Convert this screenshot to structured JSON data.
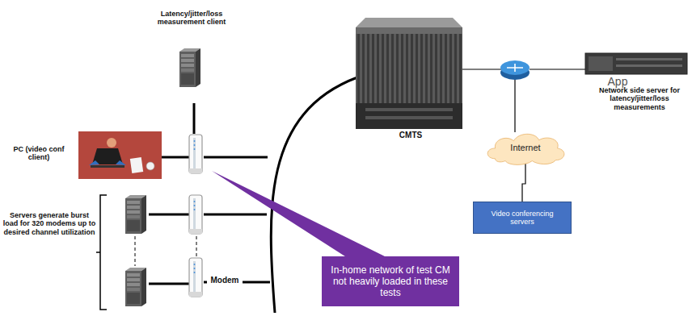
{
  "diagram": {
    "nodes": [
      {
        "text": [
          "Internet"
        ]
      },
      {
        "text": [
          "Video conferencing servers"
        ]
      },
      {
        "text": [
          "In-home network of test CM not heavily loaded in these tests"
        ]
      }
    ],
    "edges": [
      {
        "from": 0,
        "to": 1,
        "arrow": "none"
      }
    ],
    "labels": [
      "Latency/jitter/loss measurement client",
      "PC (video conf client)",
      "Servers generate burst load for 320 modems up to desired channel utilization",
      "App",
      "Network side server for latency/jitter/loss measurements",
      "CMTS",
      "Modem"
    ]
  }
}
